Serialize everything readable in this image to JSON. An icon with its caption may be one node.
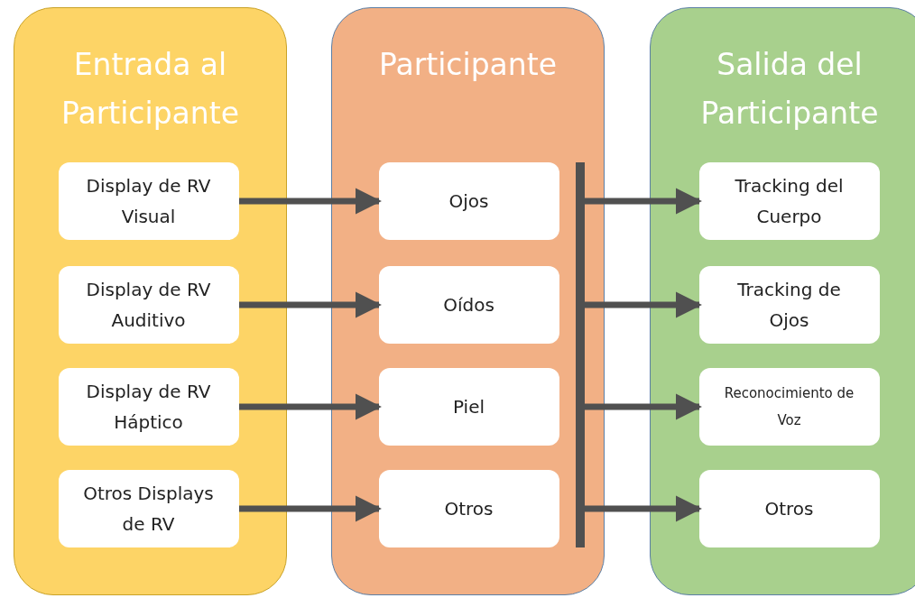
{
  "diagram": {
    "nodes": [
      {
        "text": [
          "Entrada al Participante"
        ]
      },
      {
        "text": [
          "Display de RV Visual"
        ],
        "in": 0
      },
      {
        "text": [
          "Display de RV Auditivo"
        ],
        "in": 0
      },
      {
        "text": [
          "Display de RV Háptico"
        ],
        "in": 0
      },
      {
        "text": [
          "Otros Displays de RV"
        ],
        "in": 0
      },
      {
        "text": [
          "Participante"
        ]
      },
      {
        "text": [
          "Ojos"
        ],
        "in": 5
      },
      {
        "text": [
          "Oídos"
        ],
        "in": 5
      },
      {
        "text": [
          "Piel"
        ],
        "in": 5
      },
      {
        "text": [
          "Otros"
        ],
        "in": 5
      },
      {
        "text": [],
        "shape": "bar",
        "in": 5
      },
      {
        "text": [
          "Salida del Participante"
        ]
      },
      {
        "text": [
          "Tracking del Cuerpo"
        ],
        "in": 11
      },
      {
        "text": [
          "Tracking de Ojos"
        ],
        "in": 11
      },
      {
        "text": [
          "Reconocimiento de Voz"
        ],
        "in": 11
      },
      {
        "text": [
          "Otros"
        ],
        "in": 11
      }
    ],
    "edges": [
      {
        "from": 1,
        "to": 6,
        "arrow": "to"
      },
      {
        "from": 2,
        "to": 7,
        "arrow": "to"
      },
      {
        "from": 3,
        "to": 8,
        "arrow": "to"
      },
      {
        "from": 4,
        "to": 9,
        "arrow": "to"
      },
      {
        "from": 10,
        "to": 12,
        "arrow": "to"
      },
      {
        "from": 10,
        "to": 13,
        "arrow": "to"
      },
      {
        "from": 10,
        "to": 14,
        "arrow": "to"
      },
      {
        "from": 10,
        "to": 15,
        "arrow": "to"
      }
    ]
  }
}
